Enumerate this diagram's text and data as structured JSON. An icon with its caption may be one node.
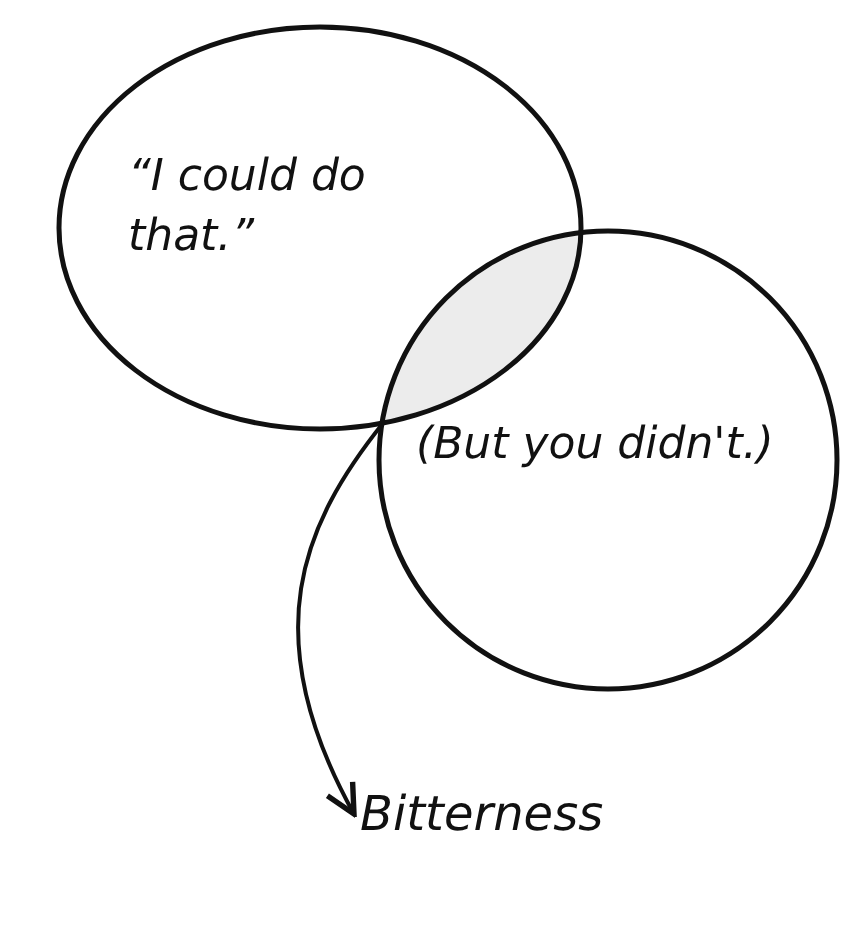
{
  "diagram": {
    "nodes": [
      {
        "text": [
          "“I could do that.”"
        ]
      },
      {
        "text": [
          "(But you didn't.)"
        ]
      },
      {
        "text": [
          "Bitterness"
        ]
      },
      {
        "text": [],
        "shape": "lens"
      }
    ],
    "edges": [
      {
        "from": 3,
        "to": 2,
        "arrow": "to"
      }
    ]
  }
}
